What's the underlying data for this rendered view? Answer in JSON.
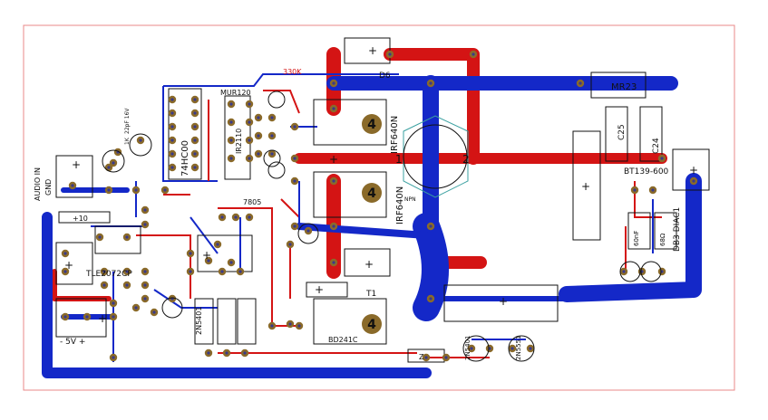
{
  "colors": {
    "board_outline": "#e88a8a",
    "top_trace": "#d41414",
    "bottom_trace": "#1428c8",
    "pad": "#8a6a2a",
    "hole": "#3a3a8a",
    "silkscreen": "#111111",
    "heatsink_ring": "#3aa0a0"
  },
  "labels": {
    "diode_d6": "D6",
    "cap_330k": "330K",
    "mur120": "MUR120",
    "ic_74hc00": "74HC00",
    "ic_ir2110": "IR2110",
    "audio_in": "AUDIO IN",
    "gnd": "GND",
    "cap_22pf": "22pF 16V",
    "r_1k": "1K",
    "plus10": "+10",
    "tle2072": "TLE2072CP",
    "minus5v": "- 5V +",
    "q_2n5401": "2N5401",
    "reg_7805": "7805",
    "irf640_top": "IRF640N",
    "irf640_bot": "IRF640N",
    "pin1": "1",
    "pin2": "2",
    "npn_tag": "NPN",
    "t1": "T1",
    "bd241c": "BD241C",
    "rz": "Z",
    "q_2n5401_b": "2N5401",
    "q_2n5551": "2N5551",
    "mr23": "MR23",
    "c25": "C25",
    "c24": "C24",
    "bt139": "BT139-600",
    "db3": "DB3 DIAC1",
    "c60": "60nF",
    "r68": "68Ω",
    "heatsink_mark": "4",
    "plus": "+"
  }
}
